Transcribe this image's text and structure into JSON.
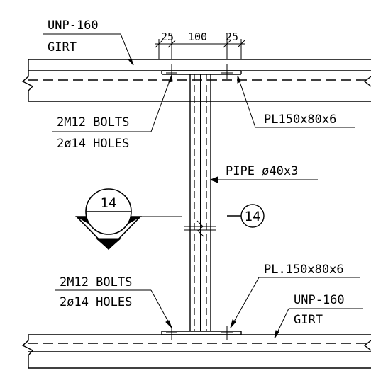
{
  "labels": {
    "top_girt_line1": "UNP-160",
    "top_girt_line2": "GIRT",
    "dim_left": "25",
    "dim_mid": "100",
    "dim_right": "25",
    "top_bolts_line1": "2M12 BOLTS",
    "top_bolts_line2": "2ø14 HOLES",
    "top_plate": "PL150x80x6",
    "pipe": "PIPE ø40x3",
    "section_marker": "14",
    "section_ref": "14",
    "bottom_bolts_line1": "2M12 BOLTS",
    "bottom_bolts_line2": "2ø14 HOLES",
    "bottom_plate": "PL.150x80x6",
    "bottom_girt_line1": "UNP-160",
    "bottom_girt_line2": "GIRT"
  }
}
